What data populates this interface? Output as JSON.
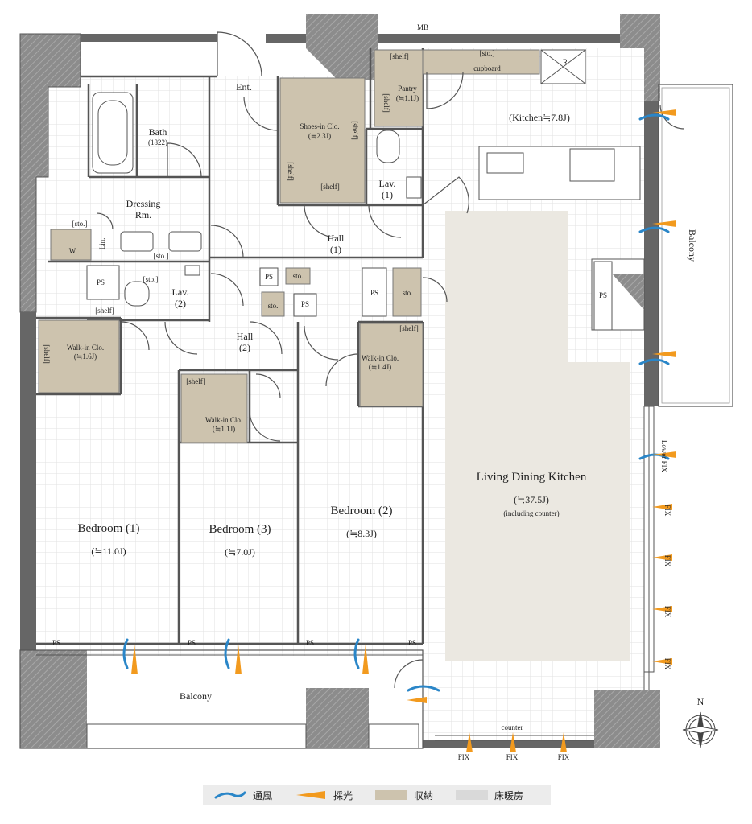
{
  "mb": "MB",
  "entrance": "Ent.",
  "bath": {
    "name": "Bath",
    "size": "(1822)"
  },
  "dressing": {
    "line1": "Dressing",
    "line2": "Rm."
  },
  "laundry_w": "W",
  "linen": "Lin.",
  "lav1": {
    "name": "Lav.",
    "num": "(1)"
  },
  "lav2": {
    "name": "Lav.",
    "num": "(2)"
  },
  "hall1": {
    "name": "Hall",
    "num": "(1)"
  },
  "hall2": {
    "name": "Hall",
    "num": "(2)"
  },
  "shoes_clo": {
    "name": "Shoes-in Clo.",
    "size": "(≒2.3J)"
  },
  "pantry": {
    "name": "Pantry",
    "size": "(≒1.1J)"
  },
  "kitchen": "(Kitchen≒7.8J)",
  "cupboard": "cupboard",
  "r": "R",
  "shelf": "shelf",
  "shelf_bracket": "[shelf]",
  "sto_bracket": "[sto.]",
  "sto": "sto.",
  "ps": "PS",
  "wic1": {
    "name": "Walk-in Clo.",
    "size": "(≒1.6J)"
  },
  "wic2": {
    "name": "Walk-in Clo.",
    "size": "(≒1.1J)"
  },
  "wic3": {
    "name": "Walk-in Clo.",
    "size": "(≒1.4J)"
  },
  "bedroom1": {
    "name": "Bedroom (1)",
    "size": "(≒11.0J)"
  },
  "bedroom3": {
    "name": "Bedroom (3)",
    "size": "(≒7.0J)"
  },
  "bedroom2": {
    "name": "Bedroom (2)",
    "size": "(≒8.3J)"
  },
  "ldk": {
    "name": "Living Dining Kitchen",
    "size": "(≒37.5J)",
    "note": "(including counter)"
  },
  "balcony_bottom": "Balcony",
  "balcony_right": "Balcony",
  "counter": "counter",
  "fix": "FIX",
  "lower_fix": "Lower FIX",
  "north": "N",
  "legend": [
    {
      "label": "通風",
      "color": "#2a86c8",
      "kind": "ventilation"
    },
    {
      "label": "採光",
      "color": "#f29a1e",
      "kind": "daylight"
    },
    {
      "label": "収納",
      "color": "#cdc3ae",
      "kind": "storage"
    },
    {
      "label": "床暖房",
      "color": "#d9d9d9",
      "kind": "floor-heating"
    }
  ]
}
